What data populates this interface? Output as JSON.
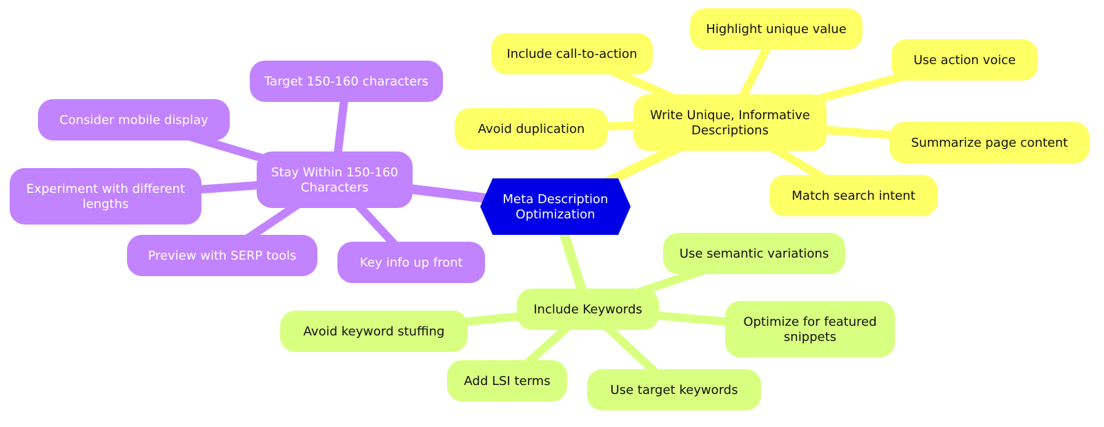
{
  "root": {
    "lines": [
      "Meta Description",
      "Optimization"
    ]
  },
  "colors": {
    "root_fill": "#0000e6",
    "purple": "#c283ff",
    "yellow": "#ffff66",
    "green": "#d9ff80"
  },
  "branches": [
    {
      "key": "characters",
      "lines": [
        "Stay Within 150-160",
        "Characters"
      ],
      "children": [
        {
          "lines": [
            "Target 150-160 characters"
          ]
        },
        {
          "lines": [
            "Consider mobile display"
          ]
        },
        {
          "lines": [
            "Experiment with different",
            "lengths"
          ]
        },
        {
          "lines": [
            "Preview with SERP tools"
          ]
        },
        {
          "lines": [
            "Key info up front"
          ]
        }
      ]
    },
    {
      "key": "descriptions",
      "lines": [
        "Write Unique, Informative",
        "Descriptions"
      ],
      "children": [
        {
          "lines": [
            "Include call-to-action"
          ]
        },
        {
          "lines": [
            "Highlight unique value"
          ]
        },
        {
          "lines": [
            "Use action voice"
          ]
        },
        {
          "lines": [
            "Avoid duplication"
          ]
        },
        {
          "lines": [
            "Summarize page content"
          ]
        },
        {
          "lines": [
            "Match search intent"
          ]
        }
      ]
    },
    {
      "key": "keywords",
      "lines": [
        "Include Keywords"
      ],
      "children": [
        {
          "lines": [
            "Use semantic variations"
          ]
        },
        {
          "lines": [
            "Avoid keyword stuffing"
          ]
        },
        {
          "lines": [
            "Optimize for featured",
            "snippets"
          ]
        },
        {
          "lines": [
            "Add LSI terms"
          ]
        },
        {
          "lines": [
            "Use target keywords"
          ]
        }
      ]
    }
  ]
}
